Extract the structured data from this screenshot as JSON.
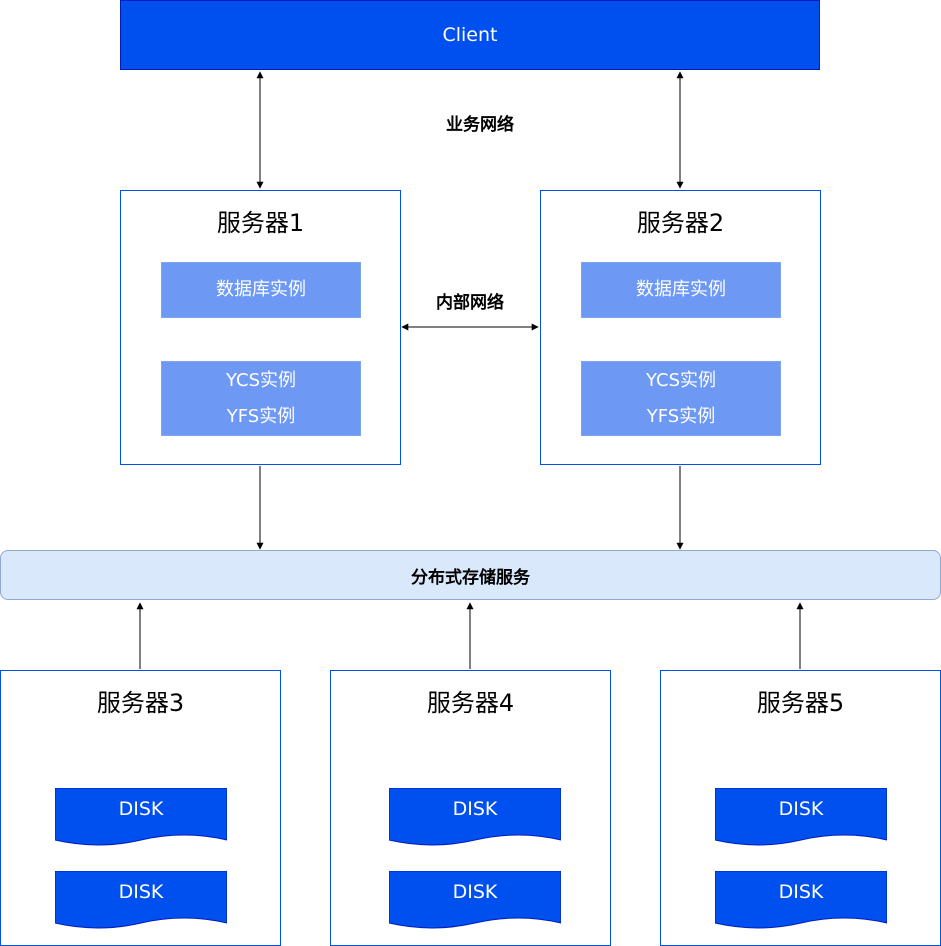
{
  "client": {
    "label": "Client"
  },
  "networks": {
    "business": "业务网络",
    "internal": "内部网络"
  },
  "app_servers": [
    {
      "title": "服务器1",
      "db_label": "数据库实例",
      "ycs_label": "YCS实例",
      "yfs_label": "YFS实例"
    },
    {
      "title": "服务器2",
      "db_label": "数据库实例",
      "ycs_label": "YCS实例",
      "yfs_label": "YFS实例"
    }
  ],
  "storage": {
    "label": "分布式存储服务"
  },
  "storage_servers": [
    {
      "title": "服务器3",
      "disks": [
        "DISK",
        "DISK"
      ]
    },
    {
      "title": "服务器4",
      "disks": [
        "DISK",
        "DISK"
      ]
    },
    {
      "title": "服务器5",
      "disks": [
        "DISK",
        "DISK"
      ]
    }
  ],
  "colors": {
    "client_fill": "#0050ef",
    "server_border": "#0050ef",
    "instance_fill": "#6d98f4",
    "storage_fill": "#dae8fc",
    "disk_fill": "#0050ef"
  }
}
